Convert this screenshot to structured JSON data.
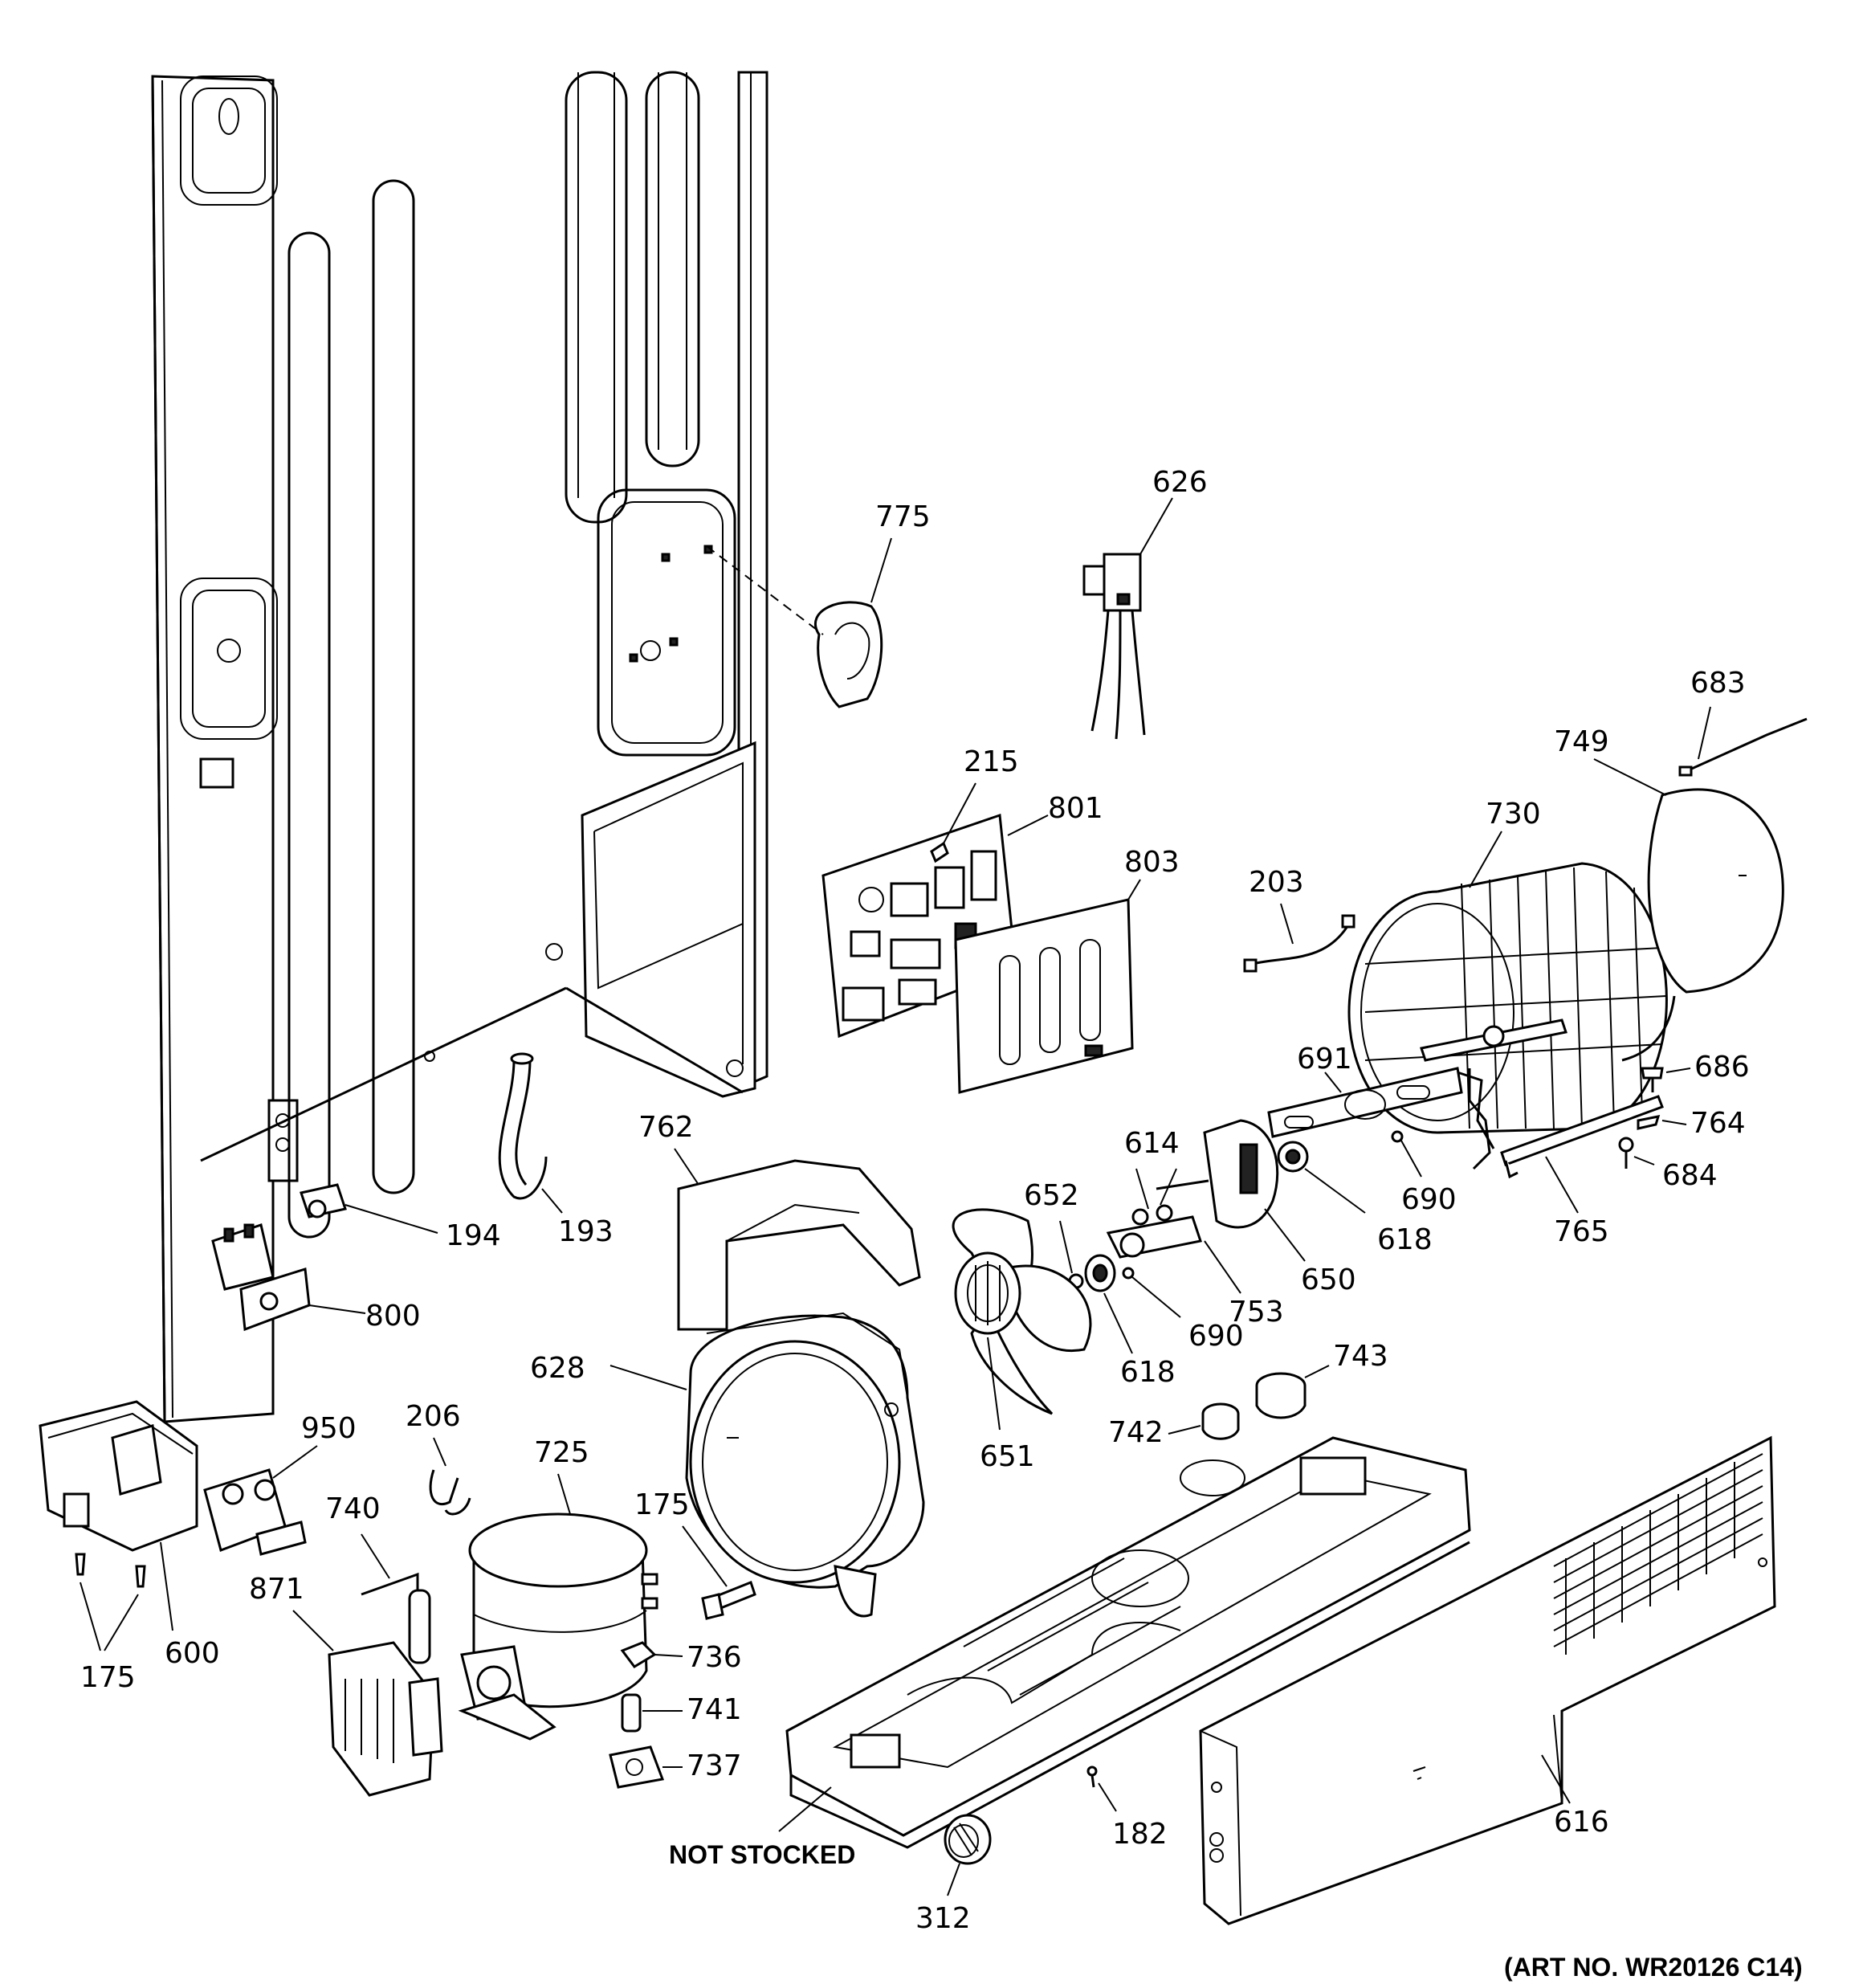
{
  "labels": {
    "p626": "626",
    "p775": "775",
    "p683": "683",
    "p749": "749",
    "p730": "730",
    "p215": "215",
    "p801": "801",
    "p803": "803",
    "p203": "203",
    "p691": "691",
    "p686": "686",
    "p764": "764",
    "p684": "684",
    "p765": "765",
    "p690a": "690",
    "p618a": "618",
    "p650": "650",
    "p614": "614",
    "p753": "753",
    "p652": "652",
    "p690b": "690",
    "p618b": "618",
    "p762": "762",
    "p651": "651",
    "p743": "743",
    "p742": "742",
    "p628": "628",
    "p194": "194",
    "p193": "193",
    "p800": "800",
    "p206": "206",
    "p950": "950",
    "p740": "740",
    "p725": "725",
    "p175a": "175",
    "p600": "600",
    "p175b": "175",
    "p871": "871",
    "p736": "736",
    "p741": "741",
    "p737": "737",
    "p182": "182",
    "p616": "616",
    "p312": "312"
  },
  "notes": {
    "not_stocked": "NOT STOCKED",
    "art_number": "(ART NO. WR20126 C14)"
  }
}
